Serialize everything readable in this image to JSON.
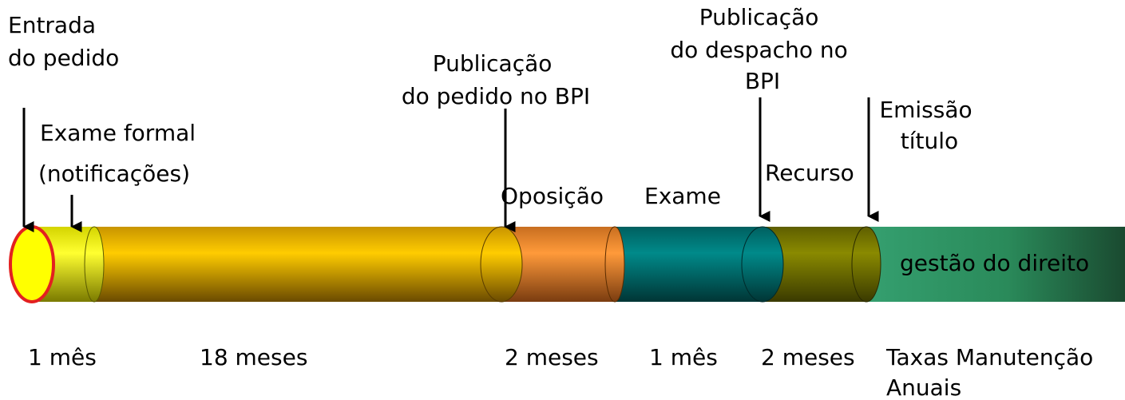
{
  "milestones": {
    "entrada": [
      "Entrada",
      "do pedido"
    ],
    "exame_formal": [
      "Exame formal",
      "(notificações)"
    ],
    "publicacao_pedido": [
      "Publicação",
      "do pedido no BPI"
    ],
    "publicacao_despacho": [
      "Publicação",
      "do despacho no",
      "BPI"
    ],
    "emissao": [
      "Emissão",
      "título"
    ]
  },
  "phases": {
    "oposicao": "Oposição",
    "exame": "Exame",
    "recurso": "Recurso",
    "gestao": "gestão do direito"
  },
  "durations": {
    "d1": "1 mês",
    "d2": "18 meses",
    "d3": "2 meses",
    "d4": "1 mês",
    "d5": "2 meses",
    "d6": [
      "Taxas Manutenção",
      "Anuais"
    ]
  },
  "colors": {
    "exame_formal_segment": "#e8e800",
    "long_segment": "#f2c800",
    "oposicao_segment": "#f0922e",
    "exame_segment": "#007a7a",
    "recurso_segment": "#7a7a00",
    "gestao_segment": "#2f8f5f",
    "start_ring": "#e32020",
    "start_fill": "#ffff00"
  }
}
